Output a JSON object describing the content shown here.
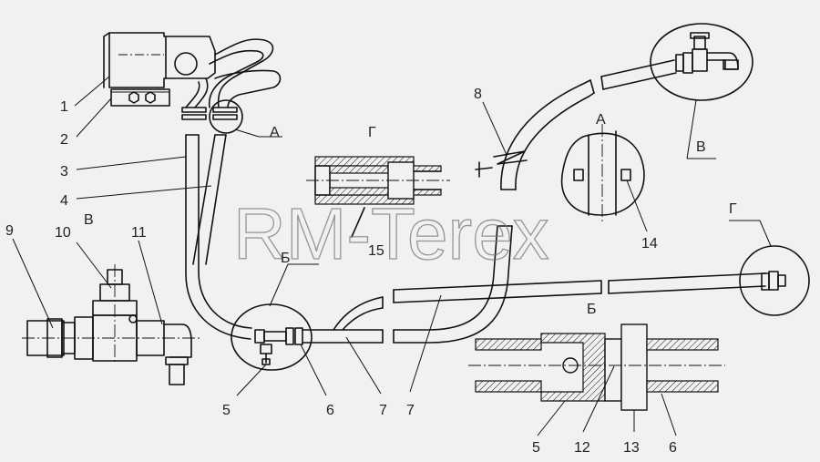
{
  "watermark": "RM-Terex",
  "callouts": {
    "n1": "1",
    "n2": "2",
    "n3": "3",
    "n4": "4",
    "n5a": "5",
    "n5b": "5",
    "n6a": "6",
    "n6b": "6",
    "n7a": "7",
    "n7b": "7",
    "n8": "8",
    "n9": "9",
    "n10": "10",
    "n11": "11",
    "n12": "12",
    "n13": "13",
    "n14": "14",
    "n15": "15"
  },
  "views": {
    "A_tag": "А",
    "A_title": "А",
    "B_tag": "Б",
    "B_title": "Б",
    "V_tag": "В",
    "V_title": "В",
    "G_tag": "Г",
    "G_title": "Г"
  }
}
